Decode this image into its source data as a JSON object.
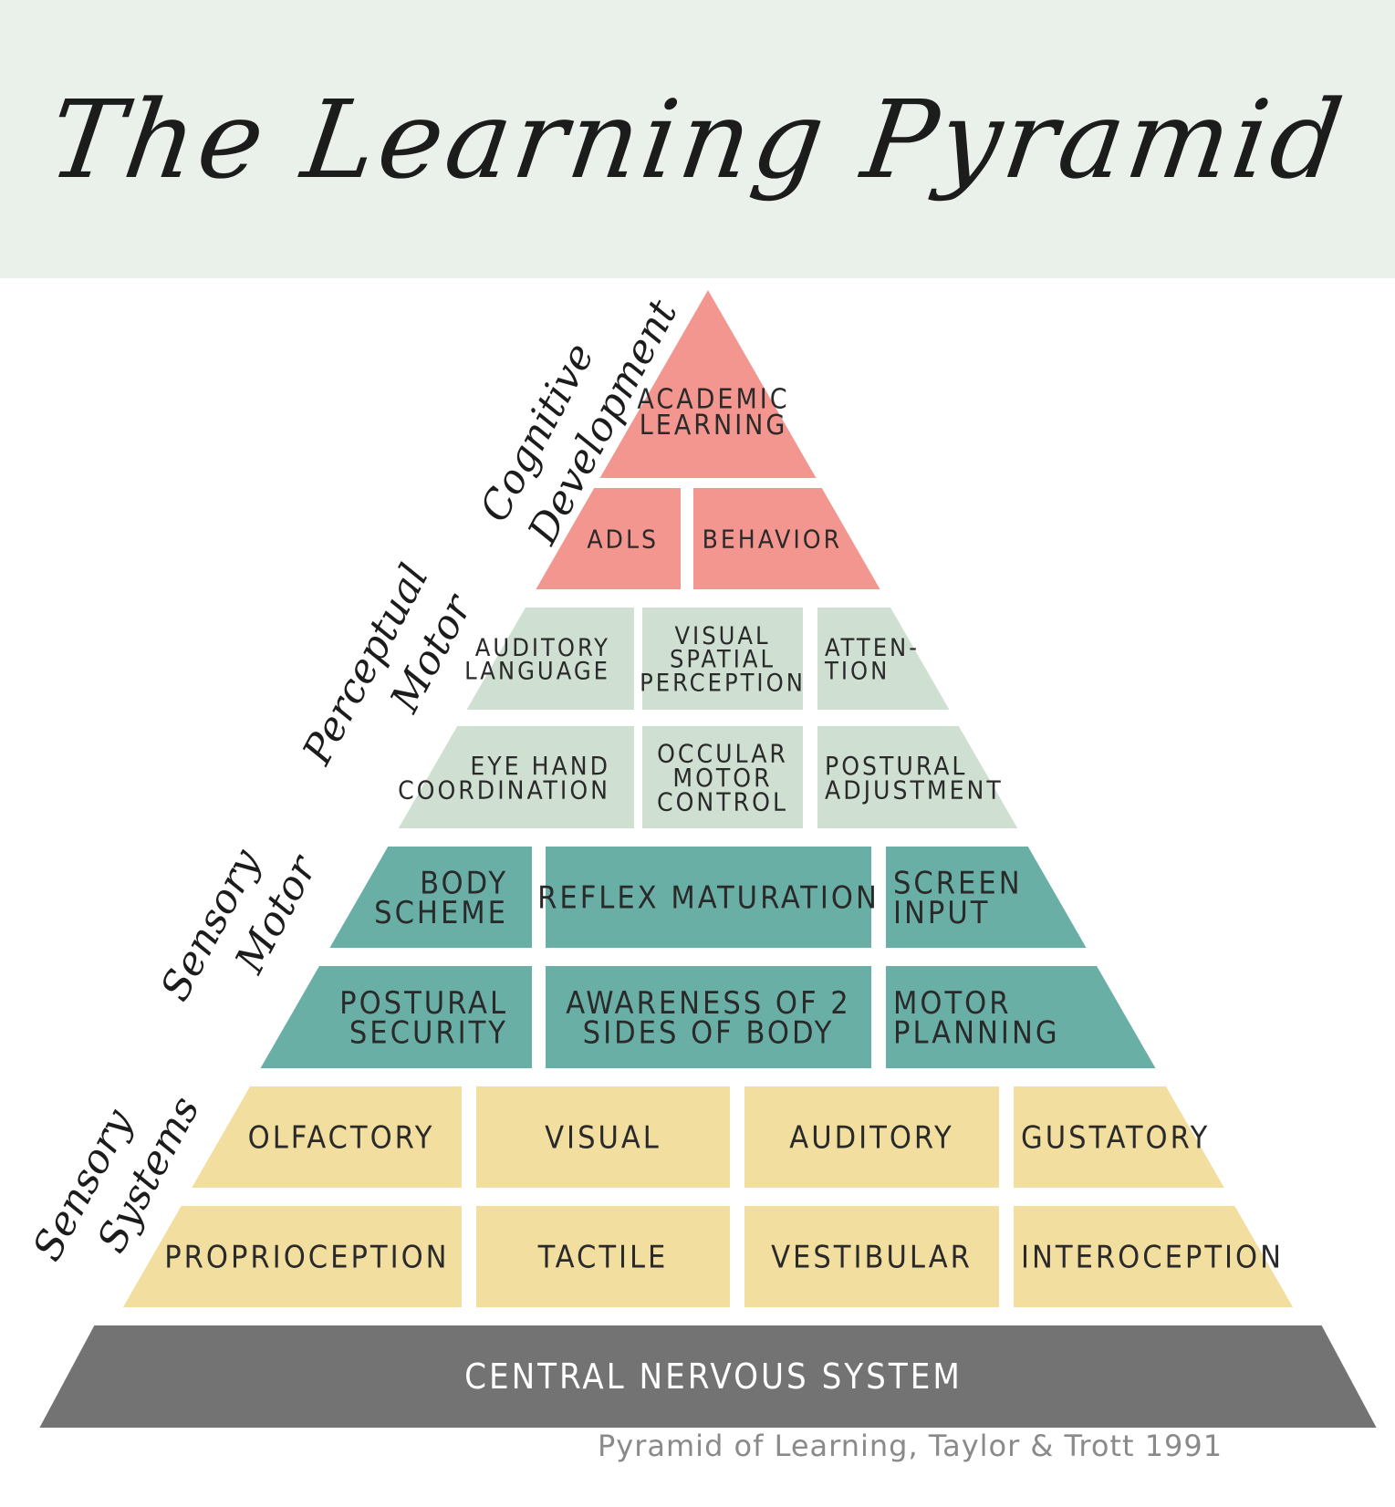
{
  "title": "The Learning Pyramid",
  "citation": "Pyramid of Learning, Taylor & Trott 1991",
  "colors": {
    "header_bg": "#eaf0ea",
    "cognitive": "#f2968f",
    "perceptual_motor": "#cfe0d2",
    "sensory_motor": "#69afa5",
    "sensory_systems": "#f2de9f",
    "cns": "#737373"
  },
  "levels": [
    {
      "name": "Cognitive Development",
      "color": "#f2968f",
      "rows": [
        [
          {
            "label": [
              "ACADEMIC",
              "LEARNING"
            ]
          }
        ],
        [
          {
            "label": [
              "ADLS"
            ]
          },
          {
            "label": [
              "BEHAVIOR"
            ]
          }
        ]
      ]
    },
    {
      "name": "Perceptual Motor",
      "color": "#cfe0d2",
      "rows": [
        [
          {
            "label": [
              "AUDITORY",
              "LANGUAGE"
            ]
          },
          {
            "label": [
              "VISUAL",
              "SPATIAL",
              "PERCEPTION"
            ]
          },
          {
            "label": [
              "ATTEN-",
              "TION"
            ]
          }
        ],
        [
          {
            "label": [
              "EYE HAND",
              "COORDINATION"
            ]
          },
          {
            "label": [
              "OCCULAR",
              "MOTOR",
              "CONTROL"
            ]
          },
          {
            "label": [
              "POSTURAL",
              "ADJUSTMENT"
            ]
          }
        ]
      ]
    },
    {
      "name": "Sensory Motor",
      "color": "#69afa5",
      "rows": [
        [
          {
            "label": [
              "BODY",
              "SCHEME"
            ]
          },
          {
            "label": [
              "REFLEX MATURATION"
            ]
          },
          {
            "label": [
              "SCREEN",
              "INPUT"
            ]
          }
        ],
        [
          {
            "label": [
              "POSTURAL",
              "SECURITY"
            ]
          },
          {
            "label": [
              "AWARENESS OF 2",
              "SIDES OF BODY"
            ]
          },
          {
            "label": [
              "MOTOR",
              "PLANNING"
            ]
          }
        ]
      ]
    },
    {
      "name": "Sensory Systems",
      "color": "#f2de9f",
      "rows": [
        [
          {
            "label": [
              "OLFACTORY"
            ]
          },
          {
            "label": [
              "VISUAL"
            ]
          },
          {
            "label": [
              "AUDITORY"
            ]
          },
          {
            "label": [
              "GUSTATORY"
            ]
          }
        ],
        [
          {
            "label": [
              "PROPRIOCEPTION"
            ]
          },
          {
            "label": [
              "TACTILE"
            ]
          },
          {
            "label": [
              "VESTIBULAR"
            ]
          },
          {
            "label": [
              "INTEROCEPTION"
            ]
          }
        ]
      ]
    }
  ],
  "base": {
    "label": "CENTRAL NERVOUS SYSTEM",
    "color": "#737373"
  }
}
